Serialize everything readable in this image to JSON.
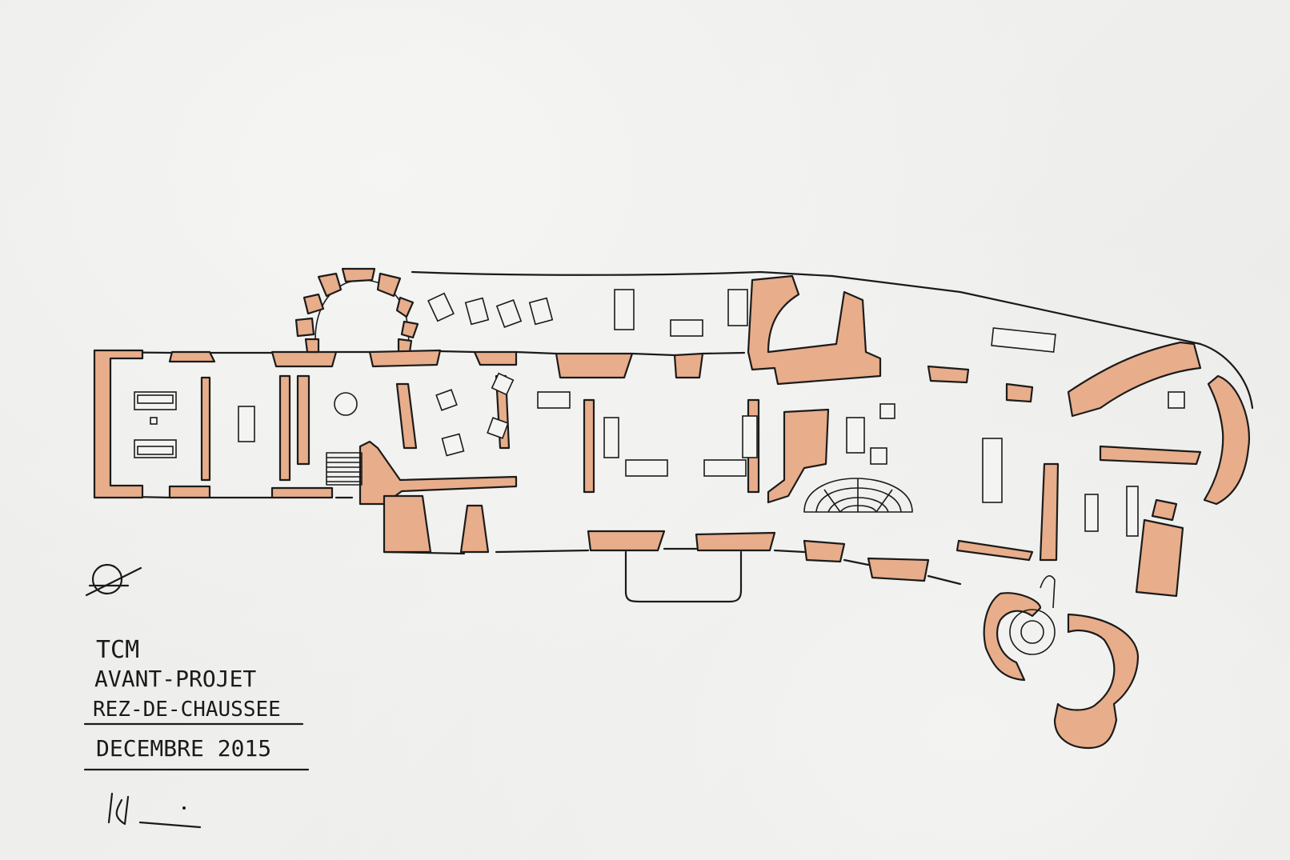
{
  "title_block": {
    "line1": "TCM",
    "line2": "AVANT-PROJET",
    "line3": "REZ-DE-CHAUSSEE",
    "date": "DECEMBRE 2015"
  },
  "colors": {
    "paper": "#eeeeec",
    "wall_fill": "#e8ad8a",
    "ink": "#1b1b1b"
  },
  "icons": {
    "north_arrow": "compass-north-icon",
    "signature": "signature-mark"
  }
}
